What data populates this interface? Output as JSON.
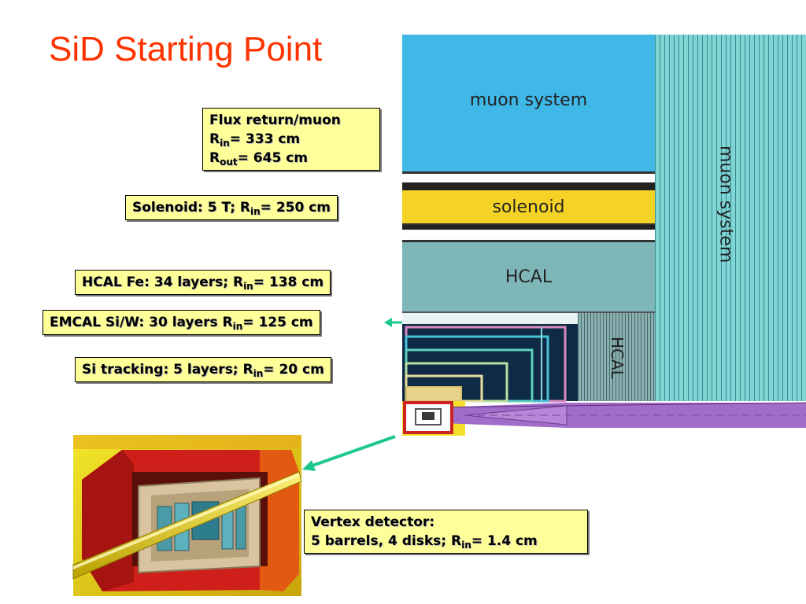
{
  "title": "SiD Starting Point",
  "diagram": {
    "muon_label": "muon system",
    "muon_endcap_label": "muon system",
    "solenoid_label": "solenoid",
    "hcal_label": "HCAL",
    "hcal_endcap_label": "HCAL"
  },
  "labels": {
    "flux": {
      "l1": "Flux return/muon",
      "l2_main": "R",
      "l2_sub": "in",
      "l2_rest": "= 333 cm",
      "l3_main": "R",
      "l3_sub": "out",
      "l3_rest": "= 645 cm"
    },
    "solenoid": {
      "main": "Solenoid: 5 T; R",
      "sub": "in",
      "rest": "= 250 cm"
    },
    "hcal": {
      "main": "HCAL Fe: 34 layers; R",
      "sub": "in",
      "rest": "= 138 cm"
    },
    "emcal": {
      "main": "EMCAL Si/W: 30 layers R",
      "sub": "in",
      "rest": "= 125 cm"
    },
    "tracking": {
      "main": "Si tracking: 5 layers; R",
      "sub": "in",
      "rest": "= 20 cm"
    },
    "vertex": {
      "l1": "Vertex detector:",
      "l2_main": "5 barrels, 4 disks; R",
      "l2_sub": "in",
      "l2_rest": "= 1.4 cm"
    }
  },
  "colors": {
    "title": "#ff3300",
    "label_fill": "#ffff99",
    "muon_barrel": "#3fb8e8",
    "muon_endcap": "#7fd4d4",
    "solenoid": "#f5d326",
    "hcal": "#7fb7b9",
    "arrow": "#1ec78a"
  }
}
